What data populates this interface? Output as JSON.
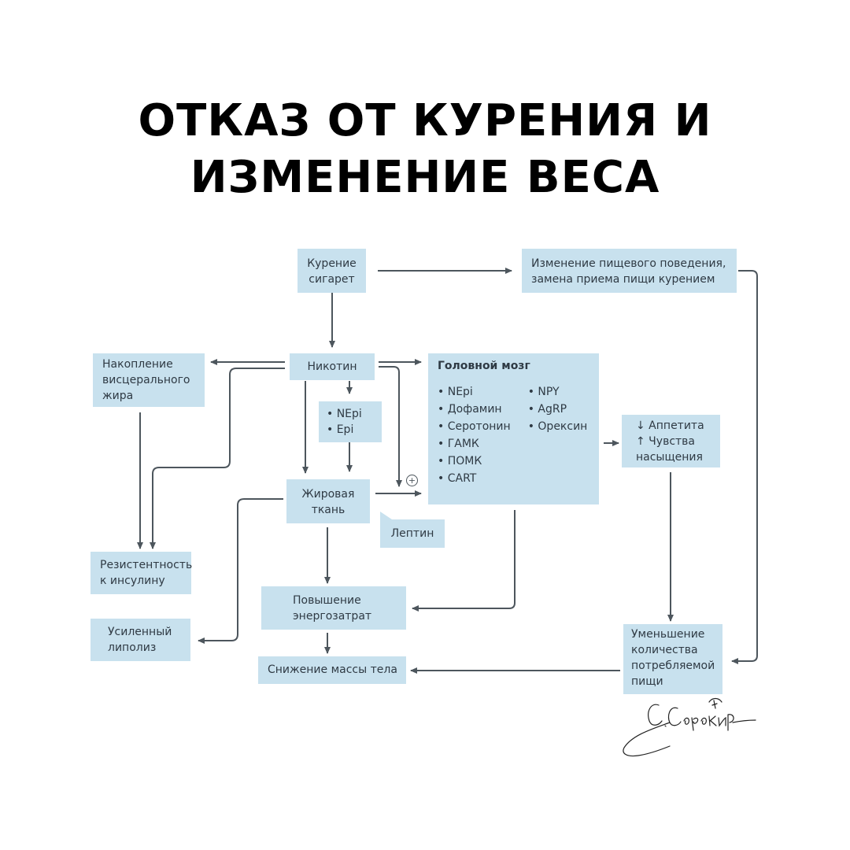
{
  "title": {
    "line1": "ОТКАЗ ОТ КУРЕНИЯ И",
    "line2": "ИЗМЕНЕНИЕ ВЕСА"
  },
  "nodes": {
    "smoking": [
      "Курение",
      "сигарет"
    ],
    "eating_behavior": [
      "Изменение пищевого поведения,",
      "замена приема пищи курением"
    ],
    "visceral_fat": [
      "Накопление",
      "висцерального",
      "жира"
    ],
    "nicotine": [
      "Никотин"
    ],
    "catecholamines": [
      "• NEpi",
      "• Epi"
    ],
    "brain": {
      "title": "Головной мозг",
      "col1": [
        "NEpi",
        "Дофамин",
        "Серотонин",
        "ГАМК",
        "ПОМК",
        "CART"
      ],
      "col2": [
        "NPY",
        "AgRP",
        "Орексин"
      ]
    },
    "appetite": [
      "↓ Аппетита",
      "↑ Чувства",
      "насыщения"
    ],
    "adipose": [
      "Жировая",
      "ткань"
    ],
    "leptin": [
      "Лептин"
    ],
    "insulin_resistance": [
      "Резистентность",
      "к инсулину"
    ],
    "energy_expenditure": [
      "Повышение",
      "энергозатрат"
    ],
    "lipolysis": [
      "Усиленный",
      "липолиз"
    ],
    "weight_loss": [
      "Снижение массы тела"
    ],
    "food_intake": [
      "Уменьшение",
      "количества",
      "потребляемой",
      "пищи"
    ]
  },
  "plus_sign": "+",
  "colors": {
    "box": "#c8e1ee",
    "arrow": "#4d565d",
    "text": "#2f3a44"
  }
}
